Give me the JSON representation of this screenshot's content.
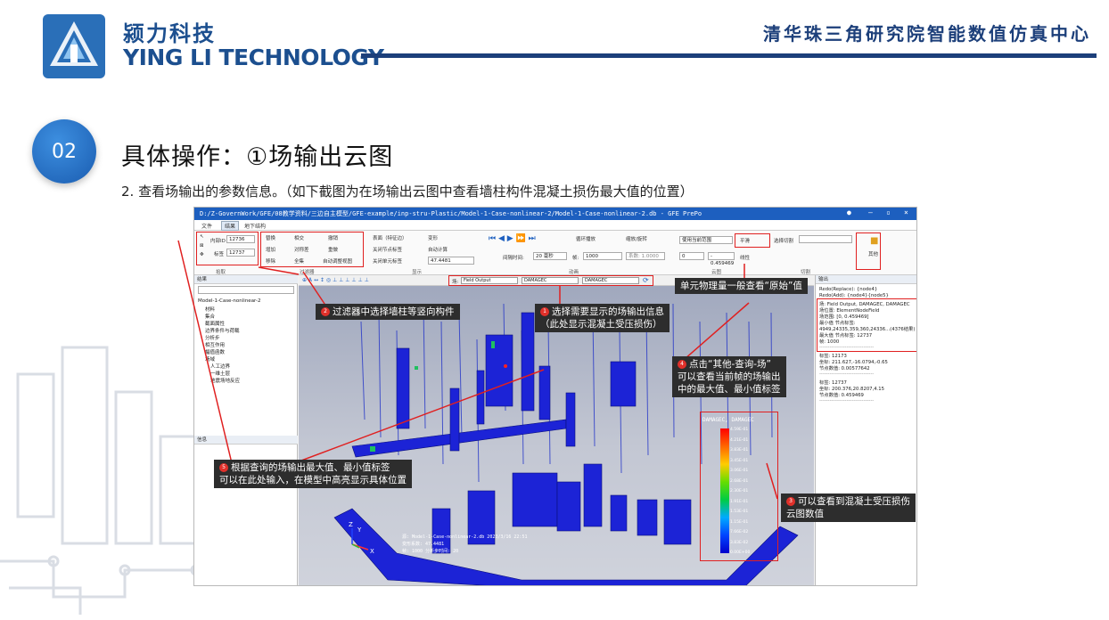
{
  "brand": {
    "cn": "颍力科技",
    "en": "YING LI TECHNOLOGY",
    "org": "清华珠三角研究院智能数值仿真中心"
  },
  "section": {
    "number": "02",
    "title": "具体操作：①场输出云图",
    "subtitle": "2. 查看场输出的参数信息。（如下截图为在场输出云图中查看墙柱构件混凝土损伤最大值的位置）"
  },
  "app": {
    "title": "D:/Z-GovernWork/GFE/08教学资料/三边自主模型/GFE-example/inp-stru-Plastic/Model-1-Case-nonlinear-2/Model-1-Case-nonlinear-2.db - GFE PrePo",
    "menu": [
      "文件",
      "结果",
      "地下结构"
    ],
    "ribbon": {
      "pick": {
        "inner_id_label": "内部ID",
        "inner_id": "12736",
        "label_label": "标签",
        "label": "12737",
        "group": "拾取"
      },
      "filter": {
        "items": [
          "替换",
          "相交",
          "撤销",
          "增加",
          "对称差",
          "重做",
          "移除",
          "全集",
          "自动调整视图"
        ],
        "group": "过滤器"
      },
      "display": {
        "items": [
          "表面（特征边）",
          "关闭节点标签",
          "关闭单元标签",
          "变形",
          "自动计算"
        ],
        "scale": "47.4481",
        "group": "显示"
      },
      "anim": {
        "loop": "循环播放",
        "interval_label": "间隔时间:",
        "interval": "20 毫秒",
        "frame_label": "帧:",
        "frame": "1000",
        "factor": "系数: 1.0000",
        "zoom": "缩放/旋转",
        "group": "动画"
      },
      "cloud": {
        "range": "使用当前范围",
        "min": "0",
        "max": "- 0.459469",
        "smooth": "平滑",
        "linear": "线性",
        "group": "云图"
      },
      "cut": {
        "label": "选择切割",
        "group": "切割"
      },
      "other": {
        "label": "其他"
      }
    },
    "left_panel": {
      "results_title": "结果",
      "tree": [
        "Model-1-Case-nonlinear-2",
        "材料",
        "集合",
        "截面属性",
        "边界条件与荷载",
        "分析步",
        "相互作用",
        "幅值函数",
        "场域",
        "人工边界",
        "一维土层",
        "地震场地反应"
      ],
      "info_title": "信息"
    },
    "view_toolbar": {
      "field_label": "场:",
      "field": "Field Output",
      "var1": "DAMAGEC",
      "var2": "DAMAGEC"
    },
    "legend": {
      "title": "DAMAGEC, DAMAGEC",
      "ticks": [
        "4.59E-01",
        "4.21E-01",
        "3.83E-01",
        "3.45E-01",
        "3.06E-01",
        "2.68E-01",
        "2.30E-01",
        "1.91E-01",
        "1.53E-01",
        "1.15E-01",
        "7.66E-02",
        "3.83E-02",
        "0.00E+00"
      ]
    },
    "viewport_info": [
      "源: Model-1-Case-nonlinear-2.db    2023/3/16 22:51",
      "变形系数:  47.4481",
      "帧:  1000    分析步时间:  20"
    ],
    "output": {
      "title": "输出",
      "lines": [
        "Redo(Replace): {node4}",
        "Redo(Add): {node4}{node5}",
        "场: Field Output, DAMAGEC, DAMAGEC",
        "场位置: ElementNodeField",
        "场范围: [0, 0.459469]",
        "最小值 节点标签:",
        "4949,24335,359,360,24336...(4376结果)",
        "最大值 节点标签: 12737",
        "帧: 1000",
        "--------------------------------",
        "标签: 12173",
        "坐标: 211.627,-16.0794,-0.65",
        "节点数值: 0.00577642",
        "--------------------------------",
        "标签: 12737",
        "坐标: 200.376,20.8207,4.15",
        "节点数值: 0.459469",
        "--------------------------------"
      ]
    }
  },
  "callouts": {
    "c1": {
      "num": "1",
      "text": "选择需要显示的场输出信息\n（此处显示混凝土受压损伤）"
    },
    "c2": {
      "num": "2",
      "text": "过滤器中选择墙柱等竖向构件"
    },
    "c3": {
      "num": "3",
      "text": "可以查看到混凝土受压损伤\n云图数值"
    },
    "c4": {
      "num": "4",
      "text": "点击“其他-查询-场”\n可以查看当前帧的场输出\n中的最大值、最小值标签"
    },
    "c5": {
      "num": "5",
      "text": "根据查询的场输出最大值、最小值标签\n可以在此处输入，在模型中高亮显示具体位置"
    },
    "c6": {
      "text": "单元物理量一般查看“原始”值"
    }
  },
  "colors": {
    "brand": "#1c4f8f",
    "accent": "#e02020",
    "title_bar": "#1d5fbf"
  }
}
